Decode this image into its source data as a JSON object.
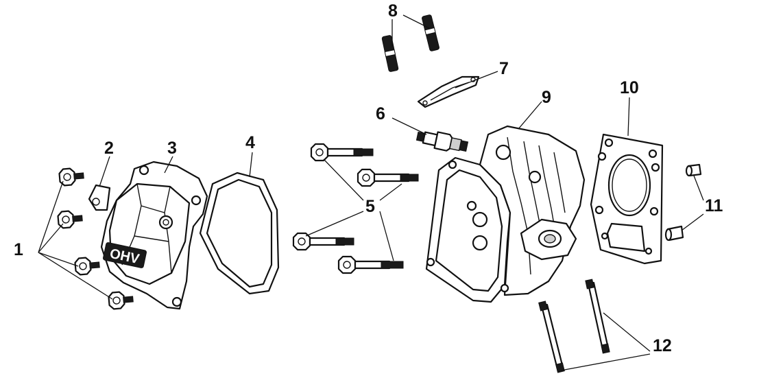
{
  "diagram": {
    "callouts": [
      "1",
      "2",
      "3",
      "4",
      "5",
      "6",
      "7",
      "8",
      "9",
      "10",
      "11",
      "12"
    ],
    "cover_logo_text": "OHV"
  }
}
